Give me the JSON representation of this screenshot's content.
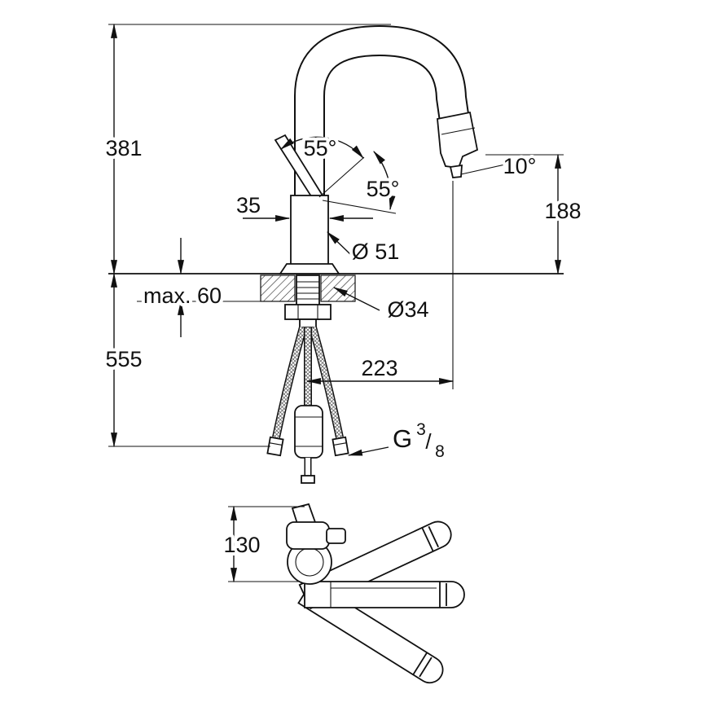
{
  "drawing": {
    "background": "#ffffff",
    "line_color": "#111111",
    "dims": {
      "total_height": "381",
      "below_deck_length": "555",
      "max_counter_thickness": "max. 60",
      "body_offset": "35",
      "handle_swivel_left": "55°",
      "handle_swivel_right": "55°",
      "spray_angle": "10°",
      "outlet_height": "188",
      "body_diameter": "Ø 51",
      "hole_diameter": "Ø34",
      "spout_reach": "223",
      "thread_prefix": "G",
      "thread_numerator": "3",
      "thread_slash": "/",
      "thread_denominator": "8",
      "spout_swivel_height": "130"
    }
  }
}
